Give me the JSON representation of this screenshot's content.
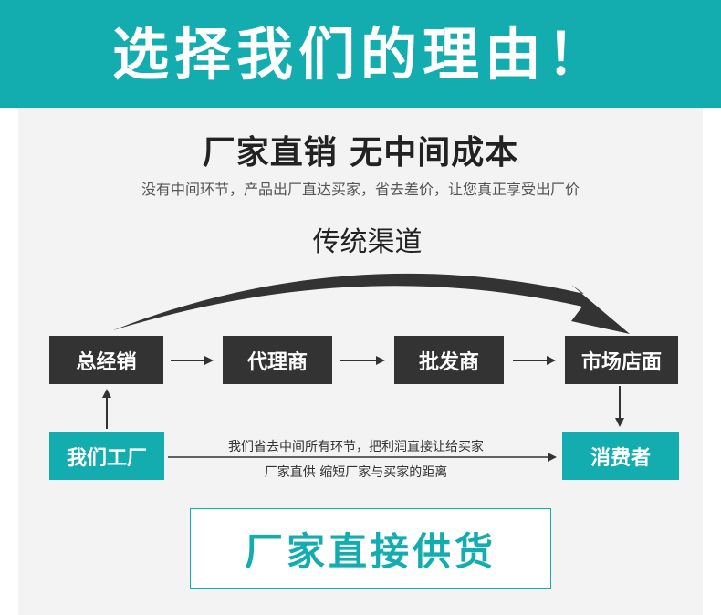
{
  "banner": {
    "title": "选择我们的理由！"
  },
  "headline": "厂家直销  无中间成本",
  "subline": "没有中间环节，产品出厂直达买家，省去差价，让您真正享受出厂价",
  "traditional_channel": "传统渠道",
  "chain": {
    "general_distributor": "总经销",
    "agent": "代理商",
    "wholesaler": "批发商",
    "store": "市场店面"
  },
  "factory": "我们工厂",
  "consumer": "消费者",
  "direct_note": {
    "line1": "我们省去中间所有环节，把利润直接让给买家",
    "line2": "厂家直供  缩短厂家与买家的距离"
  },
  "cta": "厂家直接供货",
  "colors": {
    "teal": "#13adb0",
    "dark_box": "#333333",
    "panel_bg": "#f3f3f3"
  }
}
